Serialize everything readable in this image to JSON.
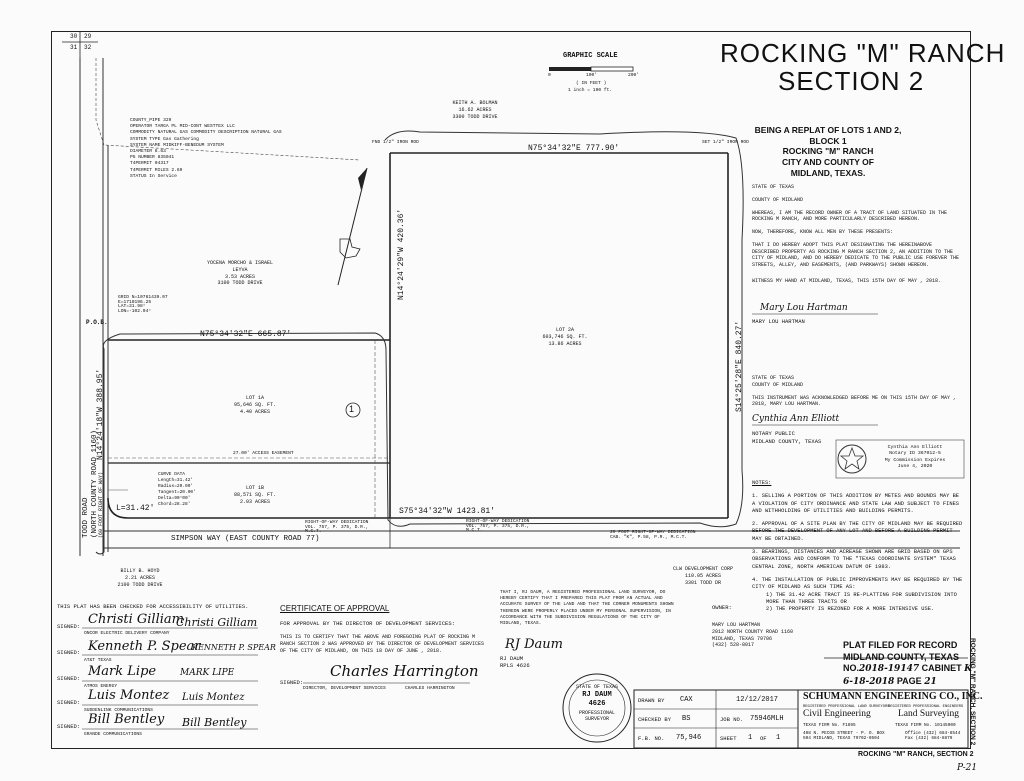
{
  "title": {
    "line1": "ROCKING \"M\" RANCH",
    "line2": "SECTION 2"
  },
  "replat": [
    "BEING A REPLAT OF LOTS 1 AND 2,",
    "BLOCK 1",
    "ROCKING \"M\" RANCH",
    "CITY AND COUNTY OF",
    "MIDLAND, TEXAS."
  ],
  "graphic_scale": {
    "label": "GRAPHIC SCALE",
    "ticks": [
      "0",
      "100'",
      "200'"
    ],
    "unit": "( IN FEET )",
    "ratio": "1 inch = 100 ft."
  },
  "section_corner": {
    "top_left": "30",
    "top_right": "29",
    "bottom_left": "31",
    "bottom_right": "32"
  },
  "note_pipeline": [
    "COUNTY_PIPE 329",
    "OPERATOR TARGA PL MID-CONT WESTTEX LLC",
    "COMMODITY NATURAL GAS COMMODITY DESCRIPTION NATURAL GAS",
    "SYSTEM TYPE Gas Gathering",
    "SYSTEM NAME MIDKIFF-BENEDUM SYSTEM",
    "DIAMETER 8.63",
    "P5 NUMBER 835041",
    "T4PERMIT 04317",
    "T4PERMIT MILES 2.69",
    "STATUS In Service"
  ],
  "bearings": {
    "north_long": "N75°34'32\"E 777.90'",
    "north_short": "N75°34'32\"E 665.87'",
    "east": "S14°25'28\"E 840.27'",
    "south": "S75°34'32\"W 1423.81'",
    "mid_vertical": "N14°24'29\"W 420.36'",
    "west": "N14°24'18\"W 388.95'",
    "curve_l": "L=31.42'"
  },
  "lots": {
    "lot_1a": [
      "LOT 1A",
      "95,646 SQ. FT.",
      "4.40 ACRES"
    ],
    "lot_1b": [
      "LOT 1B",
      "88,571 SQ. FT.",
      "2.03 ACRES"
    ],
    "lot_2a": [
      "LOT 2A",
      "603,746 SQ. FT.",
      "13.86 ACRES"
    ],
    "north_owner": [
      "YOCENA MORCHO & ISRAEL LEYVA",
      "3.53 ACRES",
      "3100 TODD DRIVE"
    ],
    "top_owner": [
      "KEITH A. BOLMAN",
      "16.62 ACRES",
      "3300 TODD DRIVE"
    ],
    "bottom_left_owner": [
      "BILLY B. HOYD",
      "2.21 ACRES",
      "2100 TODD DRIVE"
    ],
    "bottom_right_owner": [
      "CLW DEVELOPMENT CORP",
      "110.05 ACRES",
      "3301 TODD DR"
    ],
    "circle_no": "1",
    "access_easement": "27.00' ACCESS EASEMENT",
    "curve_data": [
      "CURVE DATA",
      "Length=31.42'",
      "Radius=20.00'",
      "Tangent=20.00'",
      "Delta=90°00'",
      "Chord=28.28'"
    ]
  },
  "roads": {
    "todd": [
      "TODD ROAD",
      "(NORTH COUNTY ROAD 1160)",
      "(60 FOOT RIGHT OF WAY)"
    ],
    "simpson": "SIMPSON WAY (EAST COUNTY ROAD 77)",
    "row_note_1": "RIGHT-OF-WAY DEDICATION VOL. 757, P. 375, D.R., M.C.T.",
    "row_note_2": "RIGHT-OF-WAY DEDICATION VOL. 757, P. 375, D.R., M.C.T.",
    "row_note_3": "20 FOOT RIGHT-OF-WAY DEDICATION CAB. \"K\", P.58, P.R., M.C.T."
  },
  "monuments": {
    "pob": "P.O.B.",
    "iron_rod": "FND 1/2\" IRON ROD",
    "set_rod": "SET 1/2\" IRON ROD",
    "grid_north": "GRID N=10761439.07 E=1710196.25 LAT=31.98° LON=-102.04°"
  },
  "dedication": {
    "state": "STATE OF TEXAS",
    "county": "COUNTY OF MIDLAND",
    "whereas": "WHEREAS, I AM THE RECORD OWNER OF A TRACT OF LAND SITUATED IN THE ROCKING M RANCH, AND MORE PARTICULARLY DESCRIBED HEREON.",
    "now": "NOW, THEREFORE, KNOW ALL MEN BY THESE PRESENTS:",
    "body": "THAT I DO HEREBY ADOPT THIS PLAT DESIGNATING THE HEREINABOVE DESCRIBED PROPERTY AS ROCKING M RANCH SECTION 2, AN ADDITION TO THE CITY OF MIDLAND, AND DO HEREBY DEDICATE TO THE PUBLIC USE FOREVER THE STREETS, ALLEY, AND EASEMENTS, (AND PARKWAYS) SHOWN HEREON.",
    "witness": "WITNESS MY HAND AT MIDLAND, TEXAS, THIS 15TH DAY OF MAY , 2018.",
    "sig": "Mary Lou Hartman",
    "name": "MARY LOU HARTMAN"
  },
  "acknowledgement": {
    "state": "STATE OF TEXAS",
    "county": "COUNTY OF MIDLAND",
    "text": "THIS INSTRUMENT WAS ACKNOWLEDGED BEFORE ME ON THIS 15TH DAY OF MAY , 2018, MARY LOU HARTMAN.",
    "sig": "Cynthia Ann Elliott",
    "notary": "NOTARY PUBLIC",
    "notary_county": "MIDLAND COUNTY, TEXAS",
    "seal": [
      "Cynthia Ann Elliott",
      "Notary ID 367012-5",
      "My Commission Expires",
      "June 4, 2020"
    ]
  },
  "notes": {
    "heading": "NOTES:",
    "items": [
      "1.  SELLING A PORTION OF THIS ADDITION BY METES AND BOUNDS MAY BE A VIOLATION OF CITY ORDINANCE AND STATE LAW AND SUBJECT TO FINES AND WITHHOLDING OF UTILITIES AND BUILDING PERMITS.",
      "2.  APPROVAL OF A SITE PLAN BY THE CITY OF MIDLAND MAY BE REQUIRED BEFORE THE DEVELOPMENT OF ANY LOT AND BEFORE A BUILDING PERMIT MAY BE OBTAINED.",
      "3.  BEARINGS, DISTANCES AND ACREAGE SHOWN ARE GRID BASED ON GPS OBSERVATIONS AND CONFORM TO THE \"TEXAS COORDINATE SYSTEM\" TEXAS CENTRAL ZONE, NORTH AMERICAN DATUM OF 1983.",
      "4.  THE INSTALLATION OF PUBLIC IMPROVEMENTS MAY BE REQUIRED BY THE CITY OF MIDLAND AS SUCH TIME AS:",
      "1) THE 31.42 ACRE TRACT IS RE-PLATTING FOR SUBDIVISION INTO MORE THAN THREE TRACTS OR",
      "2) THE PROPERTY IS REZONED FOR A MORE INTENSIVE USE."
    ]
  },
  "utilities": {
    "heading": "THIS PLAT HAS BEEN CHECKED FOR ACCESSIBILITY OF UTILITIES.",
    "rows": [
      {
        "signed": "SIGNED:",
        "sig": "Christi Gilliam",
        "printed": "Christi Gilliam",
        "org": "ONCOR ELECTRIC DELIVERY COMPANY"
      },
      {
        "signed": "SIGNED:",
        "sig": "Kenneth P. Spear",
        "printed": "KENNETH P. SPEAR",
        "org": "AT&T TEXAS"
      },
      {
        "signed": "SIGNED:",
        "sig": "Mark Lipe",
        "printed": "MARK LIPE",
        "org": "ATMOS ENERGY"
      },
      {
        "signed": "SIGNED:",
        "sig": "Luis Montez",
        "printed": "Luis Montez",
        "org": "SUDDENLINK COMMUNICATIONS"
      },
      {
        "signed": "SIGNED:",
        "sig": "Bill Bentley",
        "printed": "Bill Bentley",
        "org": "GRANDE COMMUNICATIONS"
      }
    ]
  },
  "approval": {
    "heading": "CERTIFICATE OF APPROVAL",
    "sub": "FOR APPROVAL BY THE DIRECTOR OF DEVELOPMENT SERVICES:",
    "text": "THIS IS TO CERTIFY THAT THE ABOVE AND FOREGOING PLAT OF ROCKING M RANCH SECTION 2 WAS APPROVED BY THE DIRECTOR OF DEVELOPMENT SERVICES OF THE CITY OF MIDLAND, ON THIS 18 DAY OF JUNE , 2018.",
    "signed": "SIGNED:",
    "sig": "Charles Harrington",
    "role": "DIRECTOR, DEVELOPMENT SERVICES",
    "name": "CHARLES HARRINGTON"
  },
  "surveyor": {
    "text": "THAT I, RJ DAUM, A REGISTERED PROFESSIONAL LAND SURVEYOR, DO HEREBY CERTIFY THAT I PREPARED THIS PLAT FROM AN ACTUAL AND ACCURATE SURVEY OF THE LAND AND THAT THE CORNER MONUMENTS SHOWN THEREON WERE PROPERLY PLACED UNDER MY PERSONAL SUPERVISION, IN ACCORDANCE WITH THE SUBDIVISION REGULATIONS OF THE CITY OF MIDLAND, TEXAS.",
    "sig": "RJ Daum",
    "name": "RJ DAUM",
    "rpls": "RPLS 4626",
    "seal": [
      "STATE OF TEXAS",
      "RJ DAUM",
      "4626",
      "PROFESSIONAL",
      "SURVEYOR"
    ]
  },
  "owner": {
    "label": "OWNER:",
    "lines": [
      "MARY LOU HARTMAN",
      "2012 NORTH COUNTY ROAD 1160",
      "MIDLAND, TEXAS 79706",
      "(432) 528-8017"
    ]
  },
  "filing": {
    "line1": "PLAT FILED FOR RECORD",
    "line2": "MIDLAND COUNTY, TEXAS",
    "no_label": "NO.",
    "no_val": "2018-19147",
    "cabinet_label": "CABINET",
    "cabinet_val": "K",
    "date_val": "6-18-2018",
    "page_label": "PAGE",
    "page_val": "21"
  },
  "titleblock": {
    "drawn_by_label": "DRAWN BY",
    "drawn_by": "CAX",
    "date": "12/12/2017",
    "checked_label": "CHECKED BY",
    "checked": "BS",
    "job_label": "JOB NO.",
    "job": "75946MLH",
    "file_label": "F.B. NO.",
    "file": "75,946",
    "sheet_label": "SHEET",
    "sheet": "1",
    "of": "OF",
    "of_val": "1",
    "firm": "SCHUMANN ENGINEERING CO., INC.",
    "firm_sub_l": "REGISTERED PROFESSIONAL LAND SURVEYORS",
    "firm_sub_r": "REGISTERED PROFESSIONAL ENGINEERS",
    "civil": "Civil Engineering",
    "land": "Land Surveying",
    "firm_no_l": "TEXAS FIRM No. F1895",
    "firm_no_r": "TEXAS FIRM No. 10145000",
    "addr": "408 N. PECOS STREET - P. O. BOX 504 MIDLAND, TEXAS 79702-0504",
    "phone": "Office (432) 684-8544 Fax (432) 684-8879"
  },
  "footer": {
    "label": "ROCKING \"M\" RANCH, SECTION 2",
    "side": "ROCKING \"M\" RANCH, SECTION 2",
    "corner": "P-21"
  }
}
